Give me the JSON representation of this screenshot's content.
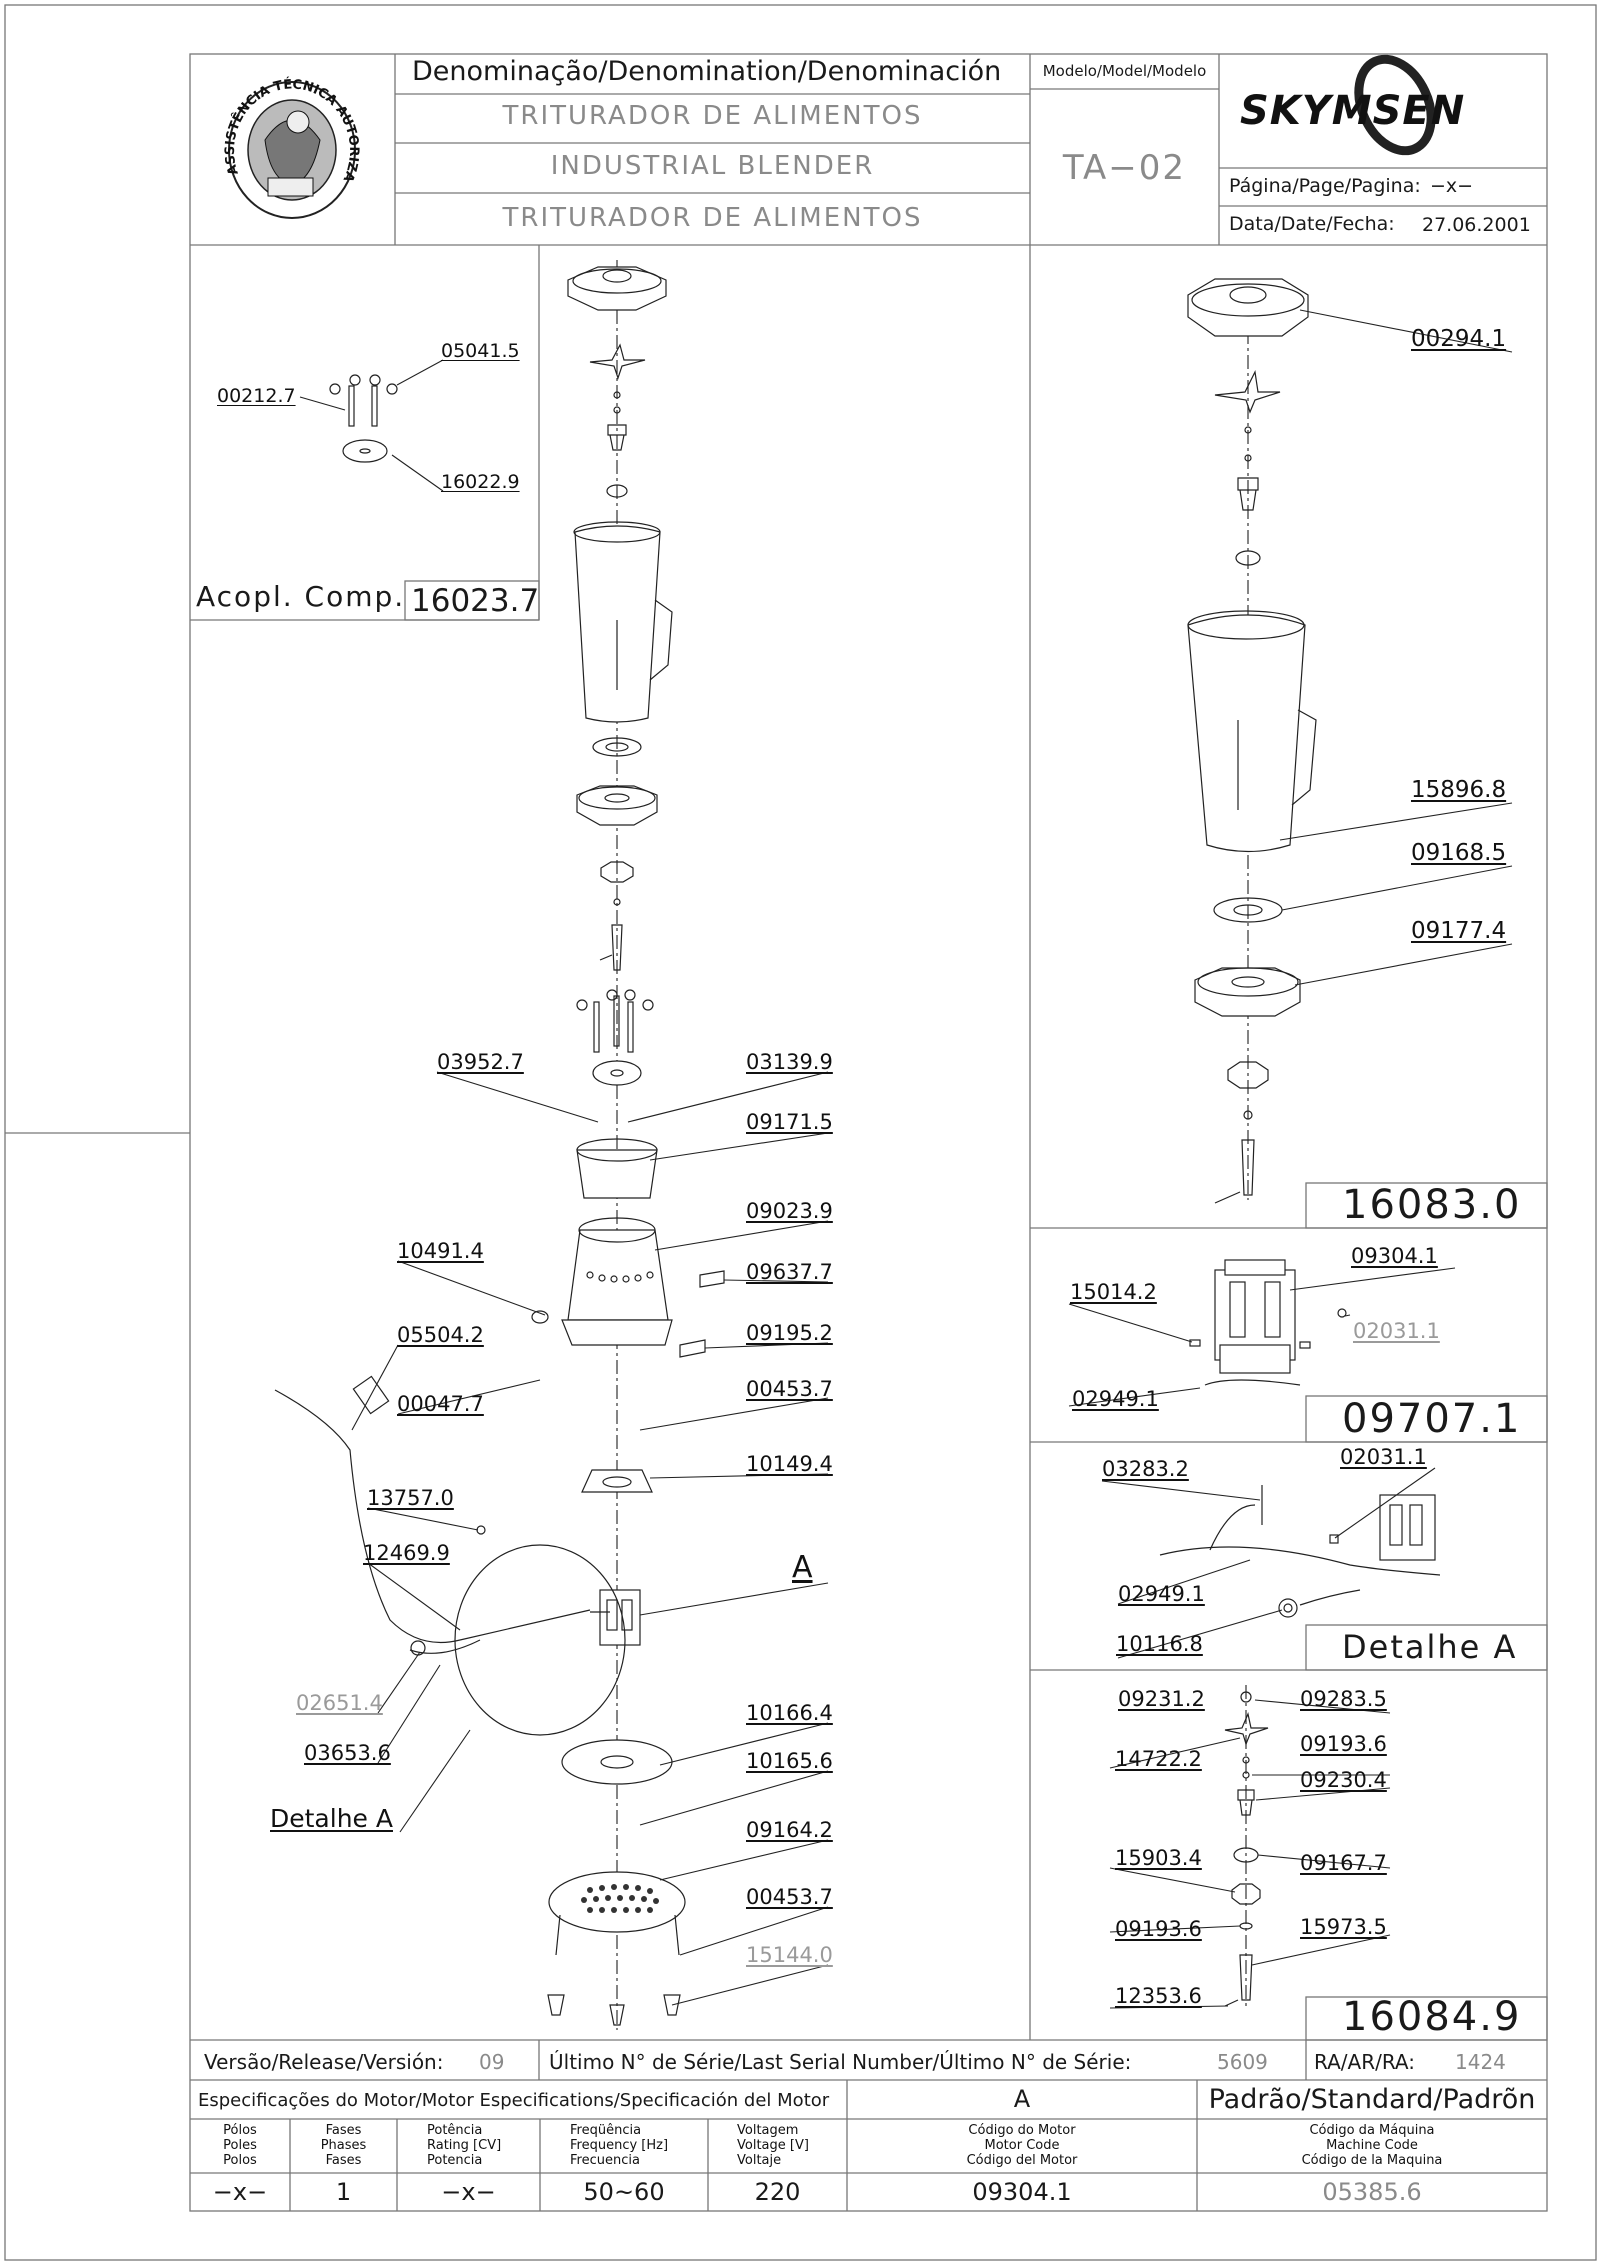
{
  "header": {
    "denomination_label": "Denominação/Denomination/Denominación",
    "name_pt": "TRITURADOR DE ALIMENTOS",
    "name_en": "INDUSTRIAL BLENDER",
    "name_es": "TRITURADOR DE ALIMENTOS",
    "model_label": "Modelo/Model/Modelo",
    "model_value": "TA−02",
    "brand": "SKYMSEN",
    "page_label": "Página/Page/Pagina:",
    "page_value": "−x−",
    "date_label": "Data/Date/Fecha:",
    "date_value": "27.06.2001",
    "seal_text": "ASSISTÊNCIA TÉCNICA AUTORIZADA"
  },
  "parts": {
    "p05041_5": "05041.5",
    "p00212_7": "00212.7",
    "p16022_9": "16022.9",
    "acopl_label": "Acopl. Comp.",
    "acopl_code": "16023.7",
    "p03952_7": "03952.7",
    "p03139_9": "03139.9",
    "p09171_5": "09171.5",
    "p09023_9": "09023.9",
    "p10491_4": "10491.4",
    "p09637_7": "09637.7",
    "p09195_2": "09195.2",
    "p05504_2": "05504.2",
    "p00047_7": "00047.7",
    "p00453_7a": "00453.7",
    "p10149_4": "10149.4",
    "p13757_0": "13757.0",
    "p12469_9": "12469.9",
    "detail_a_marker": "A",
    "p02651_4": "02651.4",
    "p03653_6": "03653.6",
    "detalhe_a_left": "Detalhe A",
    "p10166_4": "10166.4",
    "p10165_6": "10165.6",
    "p09164_2": "09164.2",
    "p00453_7b": "00453.7",
    "p15144_0": "15144.0",
    "p00294_1": "00294.1",
    "p15896_8": "15896.8",
    "p09168_5": "09168.5",
    "p09177_4": "09177.4",
    "assembly_16083": "16083.0",
    "p15014_2": "15014.2",
    "p09304_1": "09304.1",
    "p02031_1a": "02031.1",
    "p02949_1a": "02949.1",
    "assembly_09707": "09707.1",
    "p03283_2": "03283.2",
    "p02031_1b": "02031.1",
    "p02949_1b": "02949.1",
    "p10116_8": "10116.8",
    "detalhe_a_box": "Detalhe A",
    "p09231_2": "09231.2",
    "p09283_5": "09283.5",
    "p09193_6a": "09193.6",
    "p14722_2": "14722.2",
    "p09230_4": "09230.4",
    "p15903_4": "15903.4",
    "p09167_7": "09167.7",
    "p09193_6b": "09193.6",
    "p15973_5": "15973.5",
    "p12353_6": "12353.6",
    "assembly_16084": "16084.9"
  },
  "footer": {
    "version_label": "Versão/Release/Versión:",
    "version_value": "09",
    "serial_label": "Último N° de Série/Last Serial Number/Último N° de Série:",
    "serial_value": "5609",
    "ra_label": "RA/AR/RA:",
    "ra_value": "1424",
    "motor_spec_label": "Especificações do Motor/Motor Especifications/Specificación del Motor",
    "motor_standard_code": "A",
    "standard_label": "Padrão/Standard/Padrõn",
    "col_poles": [
      "Pólos",
      "Poles",
      "Polos"
    ],
    "col_phases": [
      "Fases",
      "Phases",
      "Fases"
    ],
    "col_power": [
      "Potência",
      "Rating [CV]",
      "Potencia"
    ],
    "col_freq": [
      "Freqüência",
      "Frequency [Hz]",
      "Frecuencia"
    ],
    "col_voltage": [
      "Voltagem",
      "Voltage [V]",
      "Voltaje"
    ],
    "col_motor_code": [
      "Código do Motor",
      "Motor Code",
      "Código del Motor"
    ],
    "col_machine_code": [
      "Código da Máquina",
      "Machine Code",
      "Código de la Maquina"
    ],
    "val_poles": "−x−",
    "val_phases": "1",
    "val_power": "−x−",
    "val_freq": "50~60",
    "val_voltage": "220",
    "val_motor_code": "09304.1",
    "val_machine_code": "05385.6"
  }
}
